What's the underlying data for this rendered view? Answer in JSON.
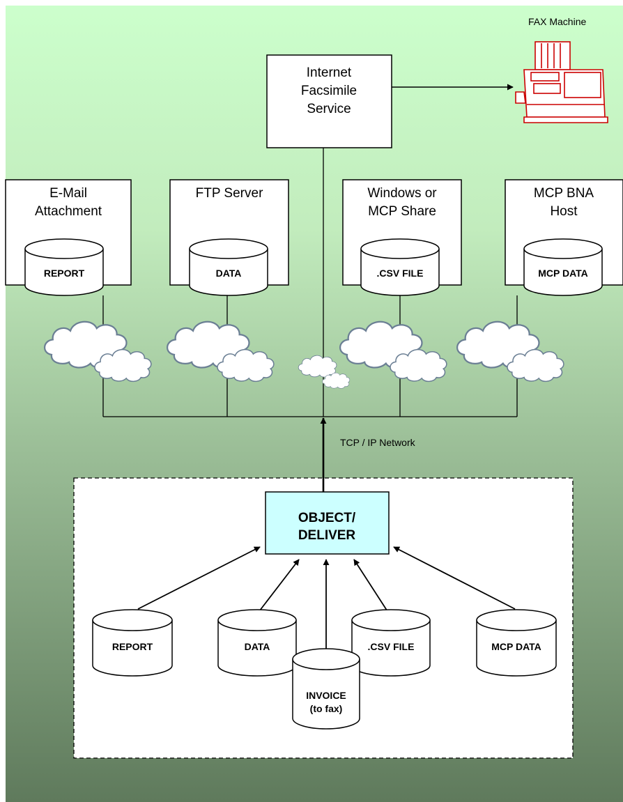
{
  "fax_machine_label": "FAX Machine",
  "internet_fax": {
    "lines": [
      "Internet",
      "Facsimile",
      "Service"
    ]
  },
  "destinations": [
    {
      "lines": [
        "E-Mail",
        "Attachment"
      ],
      "db": "REPORT"
    },
    {
      "lines": [
        "FTP Server"
      ],
      "db": "DATA"
    },
    {
      "lines": [
        "Windows or",
        "MCP Share"
      ],
      "db": ".CSV FILE"
    },
    {
      "lines": [
        "MCP BNA",
        "Host"
      ],
      "db": "MCP DATA"
    }
  ],
  "network_label": "TCP / IP Network",
  "object_deliver": {
    "lines": [
      "OBJECT/",
      "DELIVER"
    ]
  },
  "sources": [
    {
      "lines": [
        "REPORT"
      ]
    },
    {
      "lines": [
        "DATA"
      ]
    },
    {
      "lines": [
        ".CSV FILE"
      ]
    },
    {
      "lines": [
        "MCP DATA"
      ]
    },
    {
      "lines": [
        "INVOICE",
        "(to fax)"
      ]
    }
  ],
  "colors": {
    "bg_top": "#ccffcc",
    "bg_bottom": "#5f7a5c",
    "object_fill": "#ccffff",
    "cloud_fill": "#ffffff",
    "cloud_stroke": "#6b7f94",
    "fax_red": "#cc0000"
  }
}
